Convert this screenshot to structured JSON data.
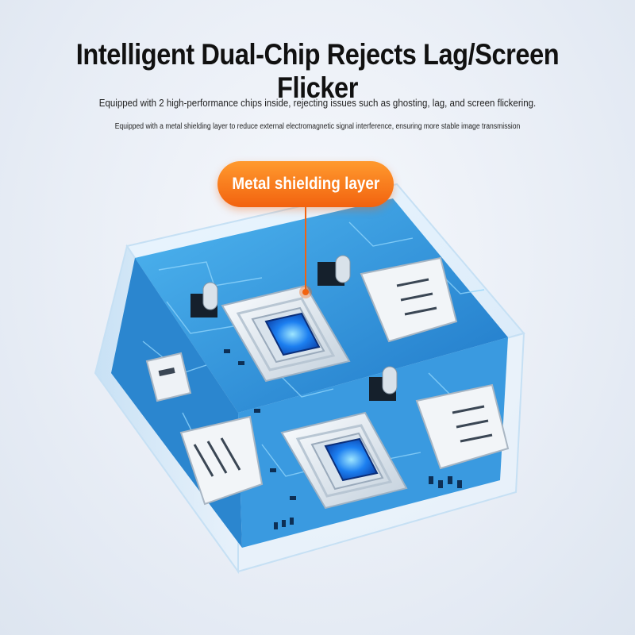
{
  "headline": "Intelligent Dual-Chip Rejects Lag/Screen Flicker",
  "subtitle_primary": "Equipped with 2 high-performance chips inside, rejecting issues such as ghosting, lag, and screen flickering.",
  "subtitle_secondary": "Equipped with a metal shielding layer to reduce external electromagnetic signal interference, ensuring more stable image transmission",
  "callout_label": "Metal shielding layer",
  "colors": {
    "accent_orange": "#f2620f",
    "board_blue": "#2f8fd6",
    "chip_blue": "#1a6fe0"
  }
}
